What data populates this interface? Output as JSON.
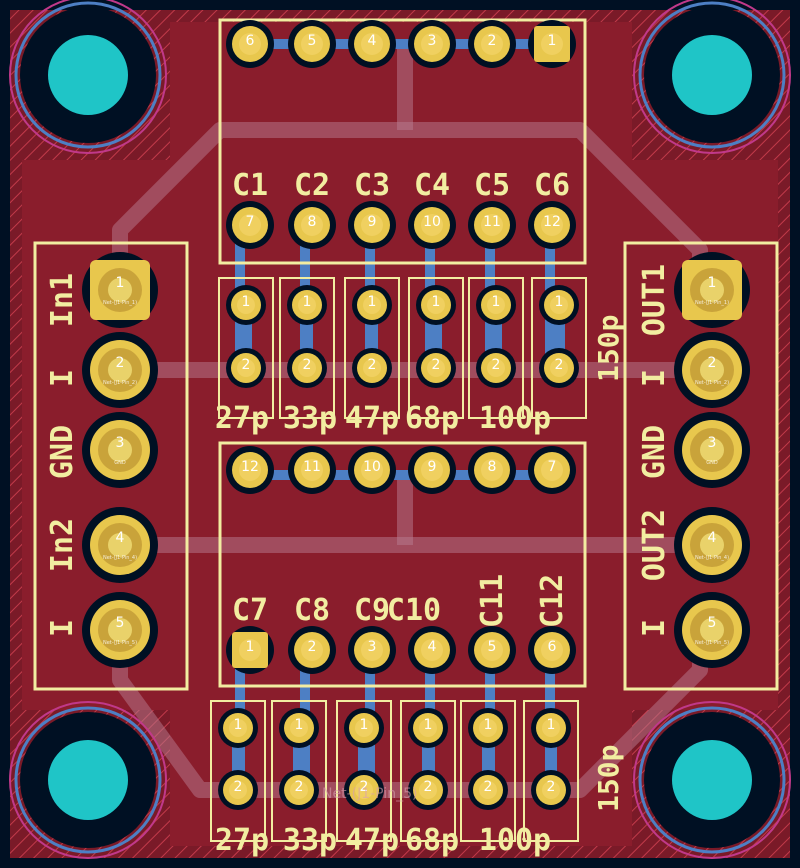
{
  "board": {
    "colors": {
      "background": "#001023",
      "copper_fill": "#8a1d2c",
      "board_edge": "#6e1b29",
      "silkscreen": "#f2eda1",
      "pad": "#c9a33a",
      "pad_hole": "#e8c74d",
      "drill": "#ffffff",
      "trace": "#4d7fc4",
      "mounting_hole": "#1fc5c7",
      "hatch": "#c23a4a"
    },
    "connectors": {
      "in": {
        "labels": [
          "In1",
          "I",
          "GND",
          "In2",
          "I"
        ],
        "pins": [
          {
            "num": "1",
            "net": "Net-(J1-Pin_1)"
          },
          {
            "num": "2",
            "net": "Net-(J1-Pin_2)"
          },
          {
            "num": "3",
            "net": "GND"
          },
          {
            "num": "4",
            "net": "Net-(J1-Pin_4)"
          },
          {
            "num": "5",
            "net": "Net-(J1-Pin_5)"
          }
        ]
      },
      "out": {
        "labels": [
          "OUT1",
          "I",
          "GND",
          "OUT2",
          "I"
        ],
        "pins": [
          {
            "num": "1",
            "net": "Net-(J1-Pin_1)"
          },
          {
            "num": "2",
            "net": "Net-(J1-Pin_2)"
          },
          {
            "num": "3",
            "net": "GND"
          },
          {
            "num": "4",
            "net": "Net-(J1-Pin_4)"
          },
          {
            "num": "5",
            "net": "Net-(J1-Pin_5)"
          }
        ]
      }
    },
    "switch_top": {
      "row_a": [
        "6",
        "5",
        "4",
        "3",
        "2",
        "1"
      ],
      "refs": [
        "C1",
        "C2",
        "C3",
        "C4",
        "C5",
        "C6"
      ],
      "row_b": [
        "7",
        "8",
        "9",
        "10",
        "11",
        "12"
      ]
    },
    "switch_bottom": {
      "row_a": [
        "12",
        "11",
        "10",
        "9",
        "8",
        "7"
      ],
      "refs": [
        "C7",
        "C8",
        "C9",
        "C10",
        "C11",
        "C12"
      ],
      "row_b": [
        "1",
        "2",
        "3",
        "4",
        "5",
        "6"
      ]
    },
    "caps_top": {
      "values": [
        "27p",
        "33p",
        "47p",
        "68p",
        "100p"
      ],
      "side_value": "150p",
      "pins": [
        "1",
        "2"
      ]
    },
    "caps_bottom": {
      "values": [
        "27p",
        "33p",
        "47p",
        "68p",
        "100p"
      ],
      "side_value": "150p",
      "pins": [
        "1",
        "2"
      ]
    },
    "faded_net_label": "Net-(J1-Pin_5)"
  }
}
